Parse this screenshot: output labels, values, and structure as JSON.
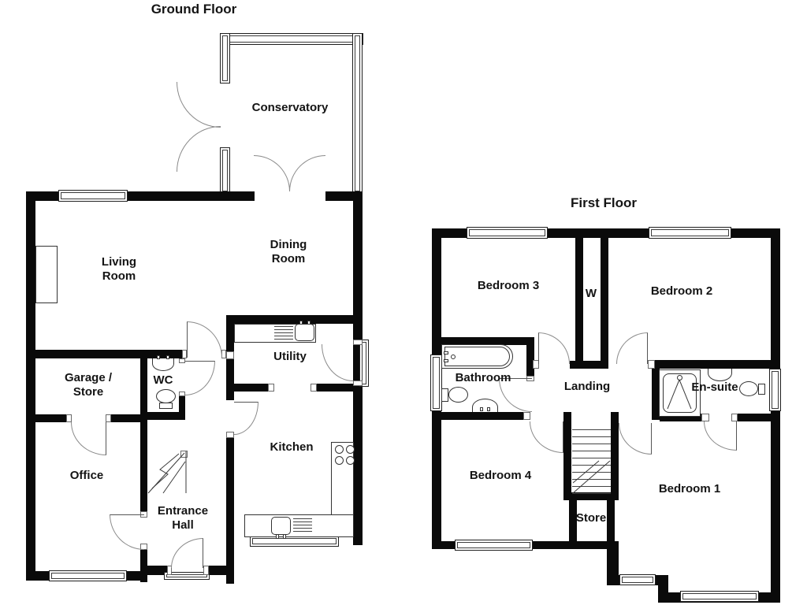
{
  "page": {
    "background": "#ffffff"
  },
  "colors": {
    "wall": "#0a0a0a",
    "fixture_line": "#333333",
    "door_arc": "#8a8a8a",
    "text": "#141414"
  },
  "ground_floor": {
    "title": "Ground Floor",
    "rooms": [
      {
        "id": "conservatory",
        "label": "Conservatory"
      },
      {
        "id": "living-room",
        "label": "Living\nRoom"
      },
      {
        "id": "dining-room",
        "label": "Dining\nRoom"
      },
      {
        "id": "garage-store",
        "label": "Garage /\nStore"
      },
      {
        "id": "wc",
        "label": "WC"
      },
      {
        "id": "utility",
        "label": "Utility"
      },
      {
        "id": "kitchen",
        "label": "Kitchen"
      },
      {
        "id": "office",
        "label": "Office"
      },
      {
        "id": "entrance-hall",
        "label": "Entrance\nHall"
      }
    ]
  },
  "first_floor": {
    "title": "First Floor",
    "rooms": [
      {
        "id": "bedroom-3",
        "label": "Bedroom 3"
      },
      {
        "id": "wardrobe",
        "label": "W"
      },
      {
        "id": "bedroom-2",
        "label": "Bedroom 2"
      },
      {
        "id": "bathroom",
        "label": "Bathroom"
      },
      {
        "id": "landing",
        "label": "Landing"
      },
      {
        "id": "en-suite",
        "label": "En-suite"
      },
      {
        "id": "bedroom-4",
        "label": "Bedroom 4"
      },
      {
        "id": "store",
        "label": "Store"
      },
      {
        "id": "bedroom-1",
        "label": "Bedroom 1"
      }
    ]
  }
}
